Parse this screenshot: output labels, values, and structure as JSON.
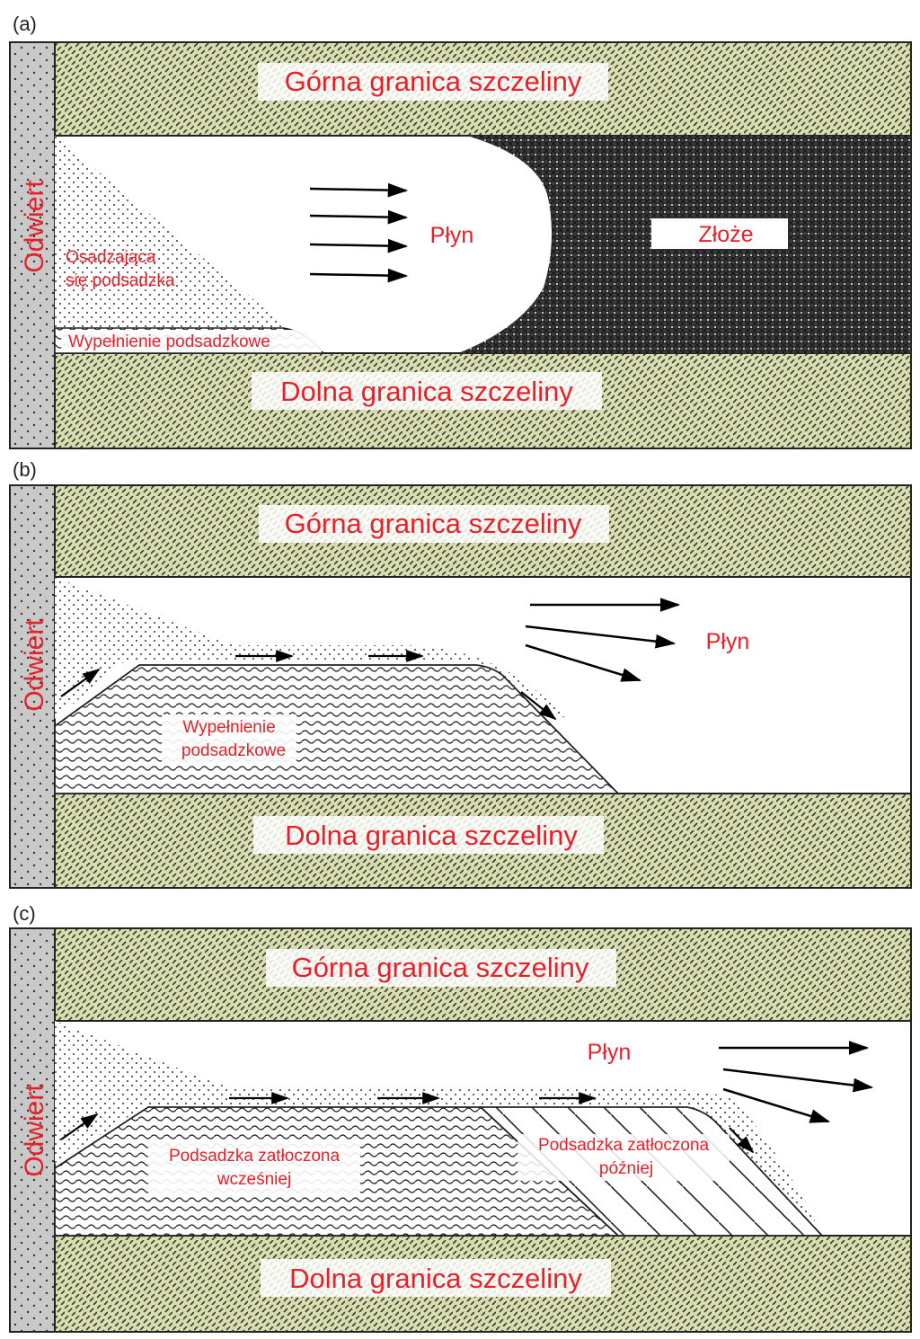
{
  "colors": {
    "rock": "#d8ddb0",
    "rock_hatch": "#3a3a2a",
    "well": "#c9c9c9",
    "label": "#e8202a",
    "outline": "#222222"
  },
  "panels": [
    {
      "letter": "(a)",
      "well_label": "Odwiert",
      "top_label": "Górna granica szczeliny",
      "bottom_label": "Dolna granica szczeliny",
      "fluid_label": "Płyn",
      "reservoir_label": "Złoże",
      "settling_label_line1": "Osadzająca",
      "settling_label_line2": "się podsadzka",
      "pack_label": "Wypełnienie podsadzkowe"
    },
    {
      "letter": "(b)",
      "well_label": "Odwiert",
      "top_label": "Górna granica szczeliny",
      "bottom_label": "Dolna granica szczeliny",
      "fluid_label": "Płyn",
      "pack_label_line1": "Wypełnienie",
      "pack_label_line2": "podsadzkowe"
    },
    {
      "letter": "(c)",
      "well_label": "Odwiert",
      "top_label": "Górna granica szczeliny",
      "bottom_label": "Dolna granica szczeliny",
      "fluid_label": "Płyn",
      "early_label_line1": "Podsadzka zatłoczona",
      "early_label_line2": "wcześniej",
      "late_label_line1": "Podsadzka zatłoczona",
      "late_label_line2": "później"
    }
  ]
}
